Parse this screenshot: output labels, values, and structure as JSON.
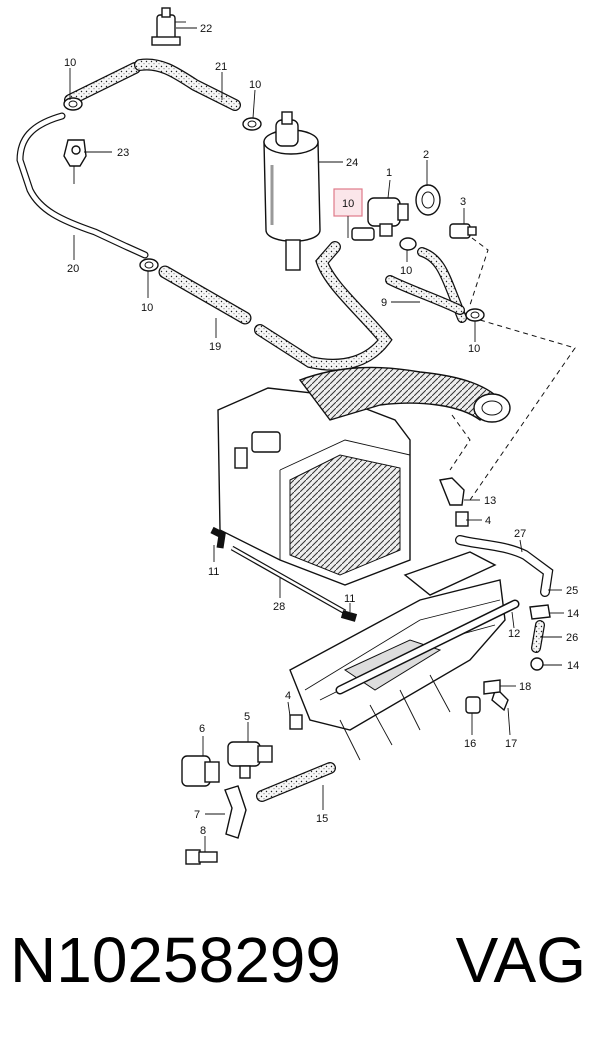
{
  "callouts": [
    {
      "id": "c22",
      "text": "22"
    },
    {
      "id": "c10a",
      "text": "10"
    },
    {
      "id": "c21",
      "text": "21"
    },
    {
      "id": "c10b",
      "text": "10"
    },
    {
      "id": "c23",
      "text": "23"
    },
    {
      "id": "c1",
      "text": "1"
    },
    {
      "id": "c2",
      "text": "2"
    },
    {
      "id": "c24",
      "text": "24"
    },
    {
      "id": "c10h",
      "text": "10"
    },
    {
      "id": "c3",
      "text": "3"
    },
    {
      "id": "c20",
      "text": "20"
    },
    {
      "id": "c10c",
      "text": "10"
    },
    {
      "id": "c10d",
      "text": "10"
    },
    {
      "id": "c9",
      "text": "9"
    },
    {
      "id": "c19",
      "text": "19"
    },
    {
      "id": "c10e",
      "text": "10"
    },
    {
      "id": "c13",
      "text": "13"
    },
    {
      "id": "c4a",
      "text": "4"
    },
    {
      "id": "c27",
      "text": "27"
    },
    {
      "id": "c11a",
      "text": "11"
    },
    {
      "id": "c25",
      "text": "25"
    },
    {
      "id": "c28",
      "text": "28"
    },
    {
      "id": "c11b",
      "text": "11"
    },
    {
      "id": "c14a",
      "text": "14"
    },
    {
      "id": "c12",
      "text": "12"
    },
    {
      "id": "c26",
      "text": "26"
    },
    {
      "id": "c14b",
      "text": "14"
    },
    {
      "id": "c18",
      "text": "18"
    },
    {
      "id": "c4b",
      "text": "4"
    },
    {
      "id": "c6",
      "text": "6"
    },
    {
      "id": "c5",
      "text": "5"
    },
    {
      "id": "c16",
      "text": "16"
    },
    {
      "id": "c17",
      "text": "17"
    },
    {
      "id": "c7",
      "text": "7"
    },
    {
      "id": "c15",
      "text": "15"
    },
    {
      "id": "c8",
      "text": "8"
    }
  ],
  "highlight_color": "#e07a8a",
  "footer": {
    "part_number": "N10258299",
    "brand": "VAG"
  }
}
